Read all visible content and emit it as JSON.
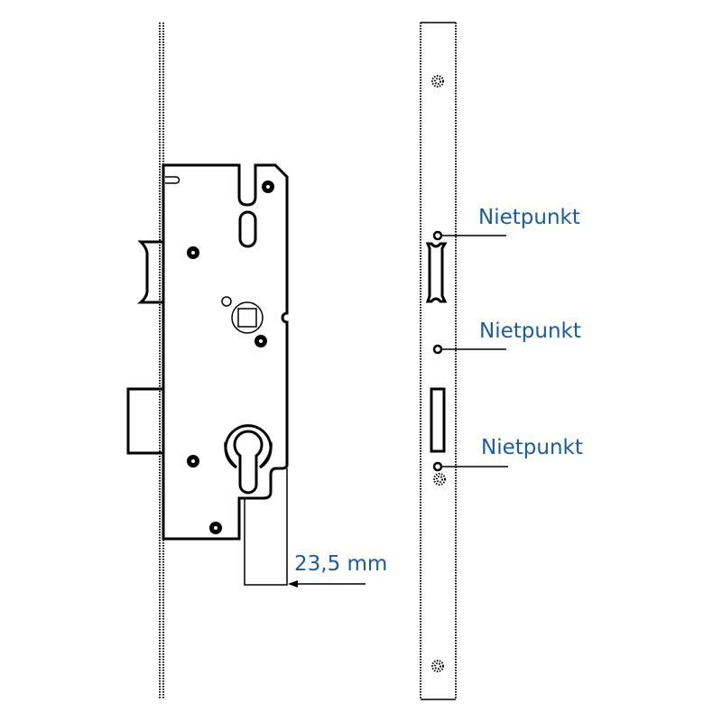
{
  "labels": {
    "rivet_1": "Nietpunkt",
    "rivet_2": "Nietpunkt",
    "rivet_3": "Nietpunkt",
    "dimension": "23,5 mm"
  },
  "colors": {
    "label": "#1a5c9c",
    "line": "#000000"
  }
}
